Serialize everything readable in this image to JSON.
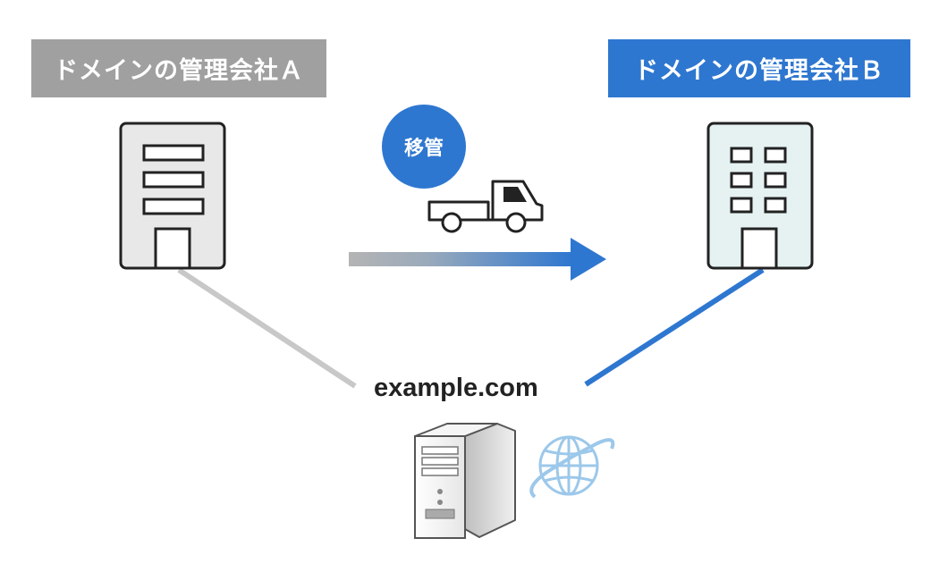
{
  "company_a": {
    "label": "ドメインの管理会社Ａ",
    "color": "#a0a0a0"
  },
  "company_b": {
    "label": "ドメインの管理会社Ｂ",
    "color": "#2e77d0"
  },
  "transfer": {
    "label": "移管",
    "color": "#2e77d0"
  },
  "domain": {
    "name": "example.com"
  },
  "icons": [
    "building-icon",
    "truck-icon",
    "arrow-icon",
    "server-icon",
    "globe-icon"
  ]
}
